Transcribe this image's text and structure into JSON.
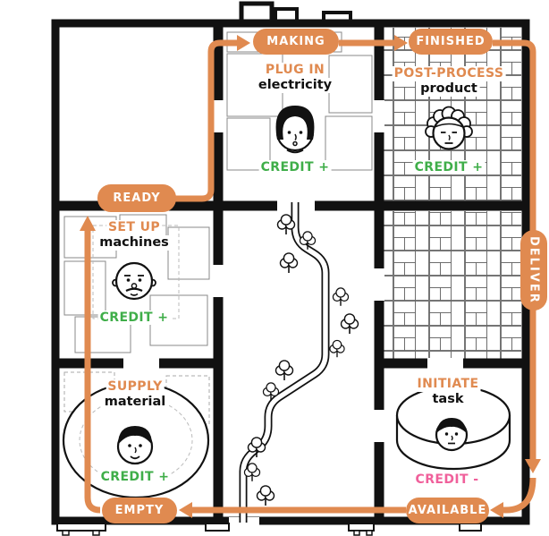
{
  "colors": {
    "accent_orange": "#E08A50",
    "credit_positive_green": "#3FAE49",
    "credit_negative_pink": "#F0609B",
    "wall_black": "#111111"
  },
  "icons": {
    "worker_face": "worker-face-icon",
    "tree": "tree-icon",
    "arrowhead": "arrowhead-icon"
  },
  "cycle": {
    "states": [
      {
        "id": "ready",
        "label": "READY"
      },
      {
        "id": "making",
        "label": "MAKING"
      },
      {
        "id": "finished",
        "label": "FINISHED"
      },
      {
        "id": "deliver",
        "label": "DELIVER"
      },
      {
        "id": "available",
        "label": "AVAILABLE"
      },
      {
        "id": "empty",
        "label": "EMPTY"
      }
    ]
  },
  "rooms": {
    "plug_in": {
      "action": "PLUG IN",
      "object": "electricity",
      "credit": "CREDIT +",
      "credit_sign": "positive"
    },
    "post_process": {
      "action": "POST-PROCESS",
      "object": "product",
      "credit": "CREDIT +",
      "credit_sign": "positive"
    },
    "set_up": {
      "action": "SET UP",
      "object": "machines",
      "credit": "CREDIT +",
      "credit_sign": "positive"
    },
    "supply": {
      "action": "SUPPLY",
      "object": "material",
      "credit": "CREDIT +",
      "credit_sign": "positive"
    },
    "initiate": {
      "action": "INITIATE",
      "object": "task",
      "credit": "CREDIT -",
      "credit_sign": "negative"
    }
  }
}
